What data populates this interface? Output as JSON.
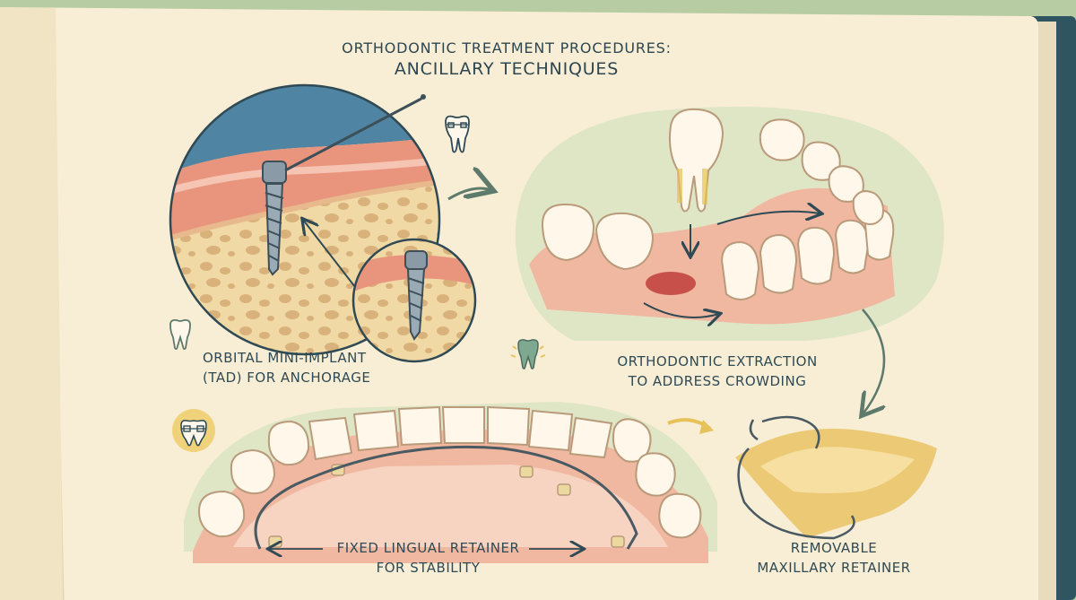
{
  "title": {
    "line1": "ORTHODONTIC TREATMENT PROCEDURES:",
    "line2": "ANCILLARY TECHNIQUES"
  },
  "labels": {
    "implant": {
      "line1": "ORBITAL MINI-IMPLANT",
      "line2": "(TAD) FOR ANCHORAGE"
    },
    "extraction": {
      "line1": "ORTHODONTIC EXTRACTION",
      "line2": "TO ADDRESS CROWDING"
    },
    "lingual": {
      "line1": "FIXED LINGUAL RETAINER",
      "line2": "FOR STABILITY"
    },
    "removable": {
      "line1": "REMOVABLE",
      "line2": "MAXILLARY RETAINER"
    }
  },
  "colors": {
    "paper": "#f8eed6",
    "gum": "#f0b8a0",
    "bone": "#f1d9a6",
    "ink": "#2f4a54",
    "accent_yellow": "#e6c25a",
    "soft_green": "#dfe6c6"
  },
  "icons": [
    "tooth-braces-icon",
    "tooth-icon",
    "tooth-sparkle-icon",
    "braces-badge-icon"
  ]
}
